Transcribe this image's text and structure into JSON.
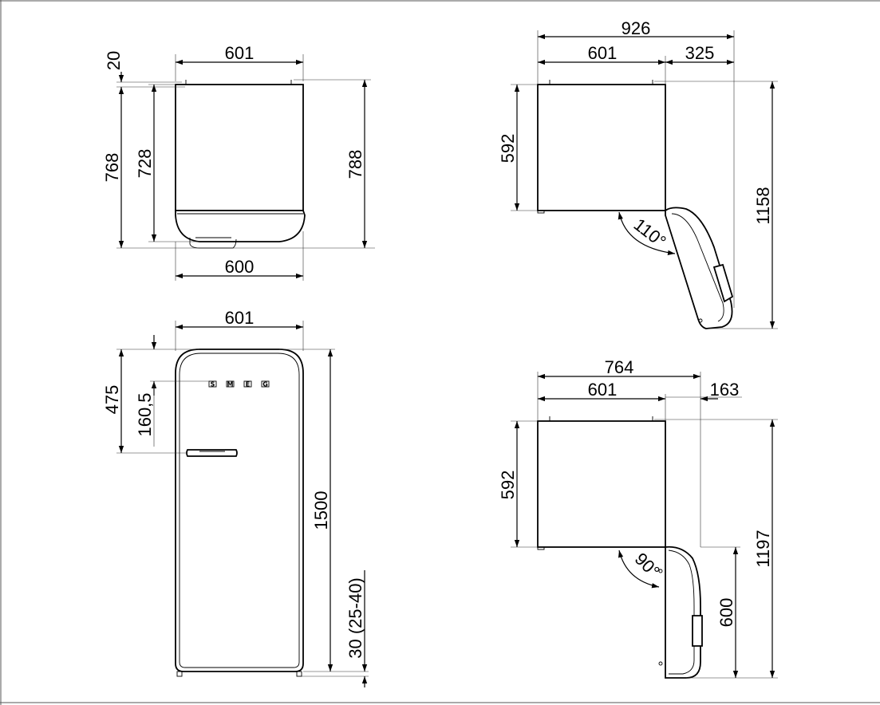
{
  "top_view": {
    "width_top": "601",
    "height_small": "20",
    "depth_with_door_left": "768",
    "depth_body": "728",
    "depth_total_right": "788",
    "width_bottom": "600"
  },
  "front_view": {
    "width_top": "601",
    "handle_height": "475",
    "logo_height": "160,5",
    "total_height": "1500",
    "feet_height": "30 (25-40)",
    "logo_letters": [
      "S",
      "M",
      "E",
      "G"
    ]
  },
  "door_110_view": {
    "total_width": "926",
    "body_width": "601",
    "door_overhang": "325",
    "body_depth": "592",
    "total_depth": "1158",
    "angle": "110°"
  },
  "door_90_view": {
    "total_width": "764",
    "body_width": "601",
    "door_overhang": "163",
    "body_depth": "592",
    "door_depth": "600",
    "total_depth": "1197",
    "angle": "90°"
  }
}
